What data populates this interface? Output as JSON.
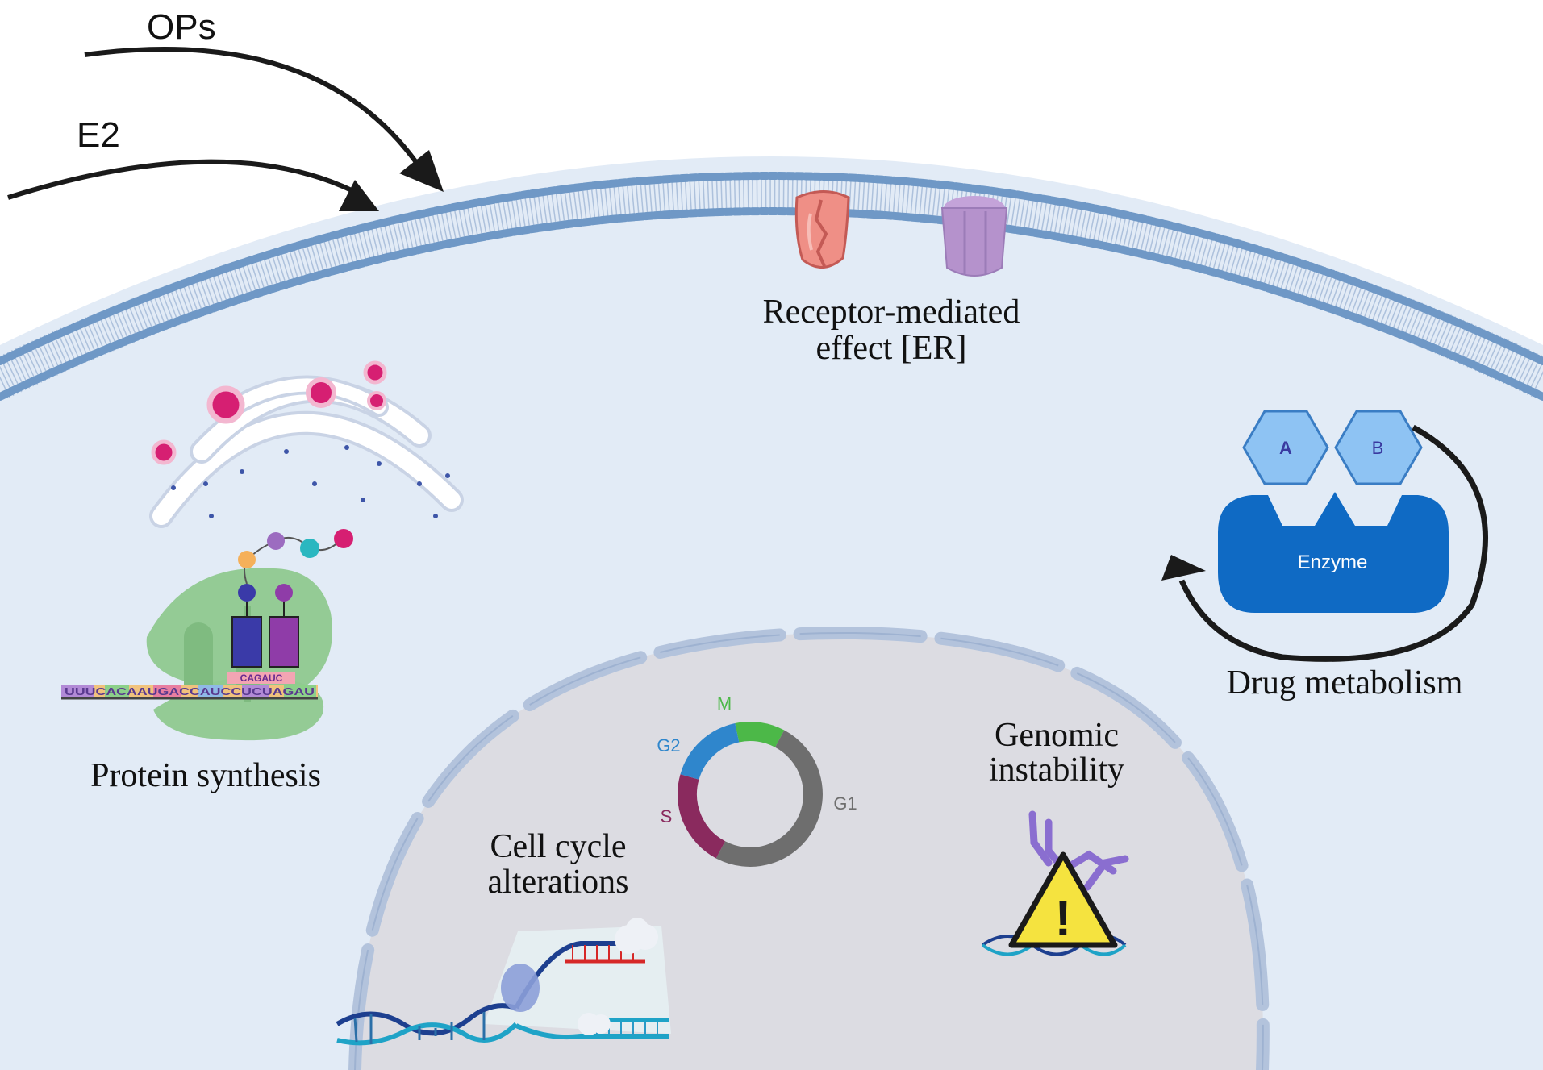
{
  "arrows": {
    "ops_label": "OPs",
    "e2_label": "E2"
  },
  "receptor": {
    "line1": "Receptor-mediated",
    "line2": "effect [ER]"
  },
  "protein_synthesis": {
    "label": "Protein synthesis",
    "codon_text": "CAGAUC",
    "mrna_text": "UUUCACAAUGACCAUCCUCUAGAU"
  },
  "drug_metabolism": {
    "label": "Drug metabolism",
    "substrate_a": "A",
    "substrate_b": "B",
    "enzyme_label": "Enzyme"
  },
  "cell_cycle": {
    "line1": "Cell cycle",
    "line2": "alterations",
    "phases": {
      "m": "M",
      "g2": "G2",
      "s": "S",
      "g1": "G1"
    },
    "phase_colors": {
      "m": "#4cb848",
      "g2": "#2f86cc",
      "s": "#8a2a5e",
      "g1": "#6e6e6e"
    }
  },
  "genomic": {
    "line1": "Genomic",
    "line2": "instability",
    "warning_symbol": "!"
  },
  "colors": {
    "cytoplasm": "#e2ebf6",
    "membrane_heads": "#6f98c6",
    "nucleus": "#dcdce2",
    "nuclear_envelope": "#b3c3dc",
    "enzyme": "#0f6ac4",
    "substrate": "#8ec3f3",
    "ribosome": "#8fc98f",
    "vesicle": "#d61f72",
    "warning": "#f5e33f"
  }
}
